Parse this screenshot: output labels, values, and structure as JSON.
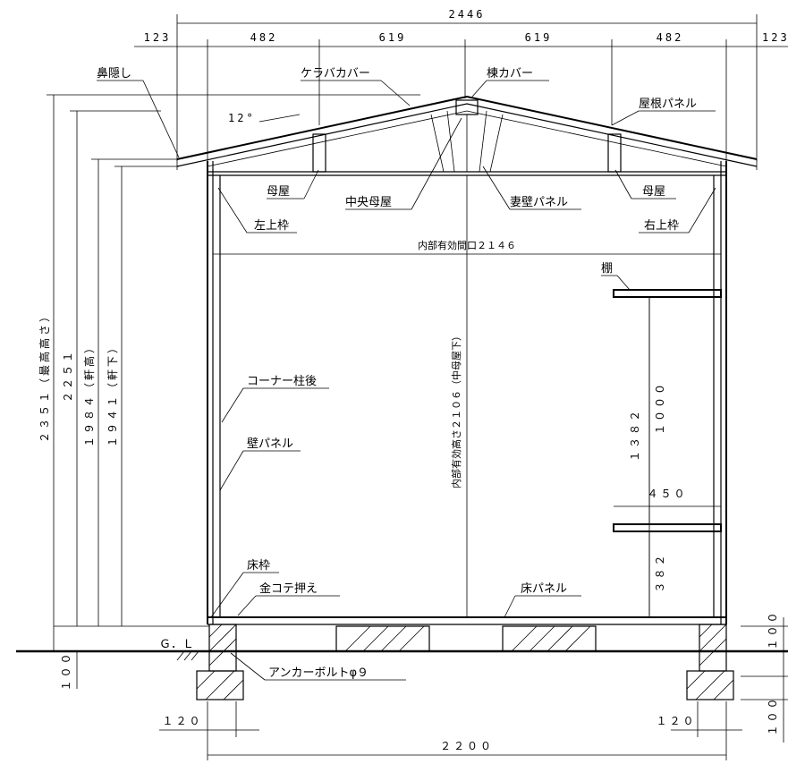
{
  "dimensions": {
    "total_width": "2446",
    "left_overhang": "123",
    "right_overhang": "123",
    "seg_1": "482",
    "seg_2": "619",
    "seg_3": "619",
    "seg_4": "482",
    "roof_pitch": "12°",
    "interior_clear_span": "内部有効間口２１４６",
    "interior_clear_height": "内部有効高さ２１０６（中母屋下）",
    "max_height": "２３５１（最高高さ）",
    "height_2251": "２２５１",
    "eaves_height": "１９８４（軒高）",
    "under_eaves": "１９４１（軒下）",
    "shelf_height": "１３８２",
    "shelf_span": "１０００",
    "shelf_depth": "４５０",
    "lower_shelf": "３８２",
    "foundation_left": "１２０",
    "foundation_right": "１２０",
    "base_width": "２２００",
    "left_below_ground": "１００",
    "right_above_ground": "１００",
    "right_below_ground": "１００"
  },
  "labels": {
    "hanakakushi": "鼻隠し",
    "kerabacover": "ケラバカバー",
    "munecover": "棟カバー",
    "roof_panel": "屋根パネル",
    "purlin_left": "母屋",
    "center_purlin": "中央母屋",
    "gable_panel": "妻壁パネル",
    "purlin_right": "母屋",
    "left_top_frame": "左上枠",
    "right_top_frame": "右上枠",
    "shelf": "棚",
    "corner_post": "コーナー柱後",
    "wall_panel": "壁パネル",
    "floor_frame": "床枠",
    "trowel_finish": "金コテ押え",
    "floor_panel": "床パネル",
    "gl": "Ｇ．Ｌ",
    "anchor_bolt": "アンカーボルトφ９"
  }
}
